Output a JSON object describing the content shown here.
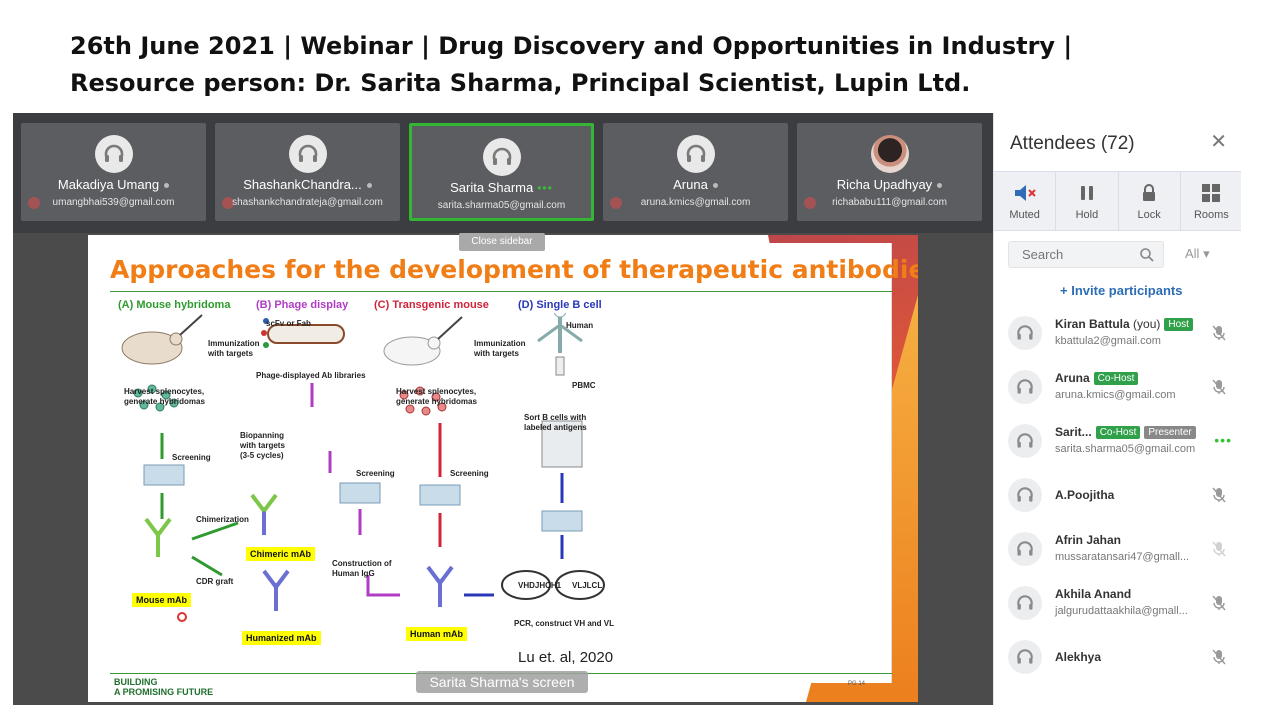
{
  "caption": {
    "line1": "26th June 2021 | Webinar | Drug Discovery and Opportunities in Industry |",
    "line2": "Resource person: Dr. Sarita Sharma, Principal Scientist, Lupin Ltd."
  },
  "tiles": [
    {
      "name": "Makadiya Umang",
      "email": "umangbhai539@gmail.com"
    },
    {
      "name": "ShashankChandra...",
      "email": "shashankchandrateja@gmail.com"
    },
    {
      "name": "Sarita Sharma",
      "email": "sarita.sharma05@gmail.com"
    },
    {
      "name": "Aruna",
      "email": "aruna.kmics@gmail.com"
    },
    {
      "name": "Richa Upadhyay",
      "email": "richababu111@gmail.com"
    }
  ],
  "screen": {
    "close_sidebar": "Close sidebar",
    "presenter_label": "Sarita Sharma's screen"
  },
  "slide": {
    "title": "Approaches for the development of therapeutic antibodies",
    "columns": [
      {
        "label": "(A) Mouse hybridoma",
        "color": "#2f9a2f"
      },
      {
        "label": "(B) Phage display",
        "color": "#b03cc4"
      },
      {
        "label": "(C) Transgenic mouse",
        "color": "#d0243a"
      },
      {
        "label": "(D) Single B cell",
        "color": "#2838b8"
      }
    ],
    "notes": {
      "scfv": "scFv or Fab",
      "immunization_a": "Immunization with targets",
      "human": "Human",
      "immunization_c": "Immunization with targets",
      "phage_lib": "Phage-displayed Ab libraries",
      "pbmc": "PBMC",
      "harvest_a": "Harvest splenocytes, generate hybridomas",
      "harvest_c": "Harvest splenocytes, generate hybridomas",
      "sort_b": "Sort B cells with labeled antigens",
      "biopanning": "Biopanning with targets (3-5 cycles)",
      "screening_a": "Screening",
      "screening_b": "Screening",
      "screening_c": "Screening",
      "chimerization": "Chimerization",
      "cdr": "CDR graft",
      "construction": "Construction of Human IgG",
      "pcr": "PCR, construct VH and VL",
      "vdj": "VHDJHCH1",
      "vjc": "VLJLCL"
    },
    "labels": {
      "chimeric": "Chimeric mAb",
      "mouse": "Mouse mAb",
      "humanized": "Humanized mAb",
      "human": "Human mAb"
    },
    "citation": "Lu et. al, 2020",
    "footer_line1": "BUILDING",
    "footer_line2": "A PROMISING FUTURE",
    "page": "PG 14"
  },
  "panel": {
    "title": "Attendees (72)",
    "controls": [
      {
        "label": "Muted",
        "icon": "speaker-muted-icon"
      },
      {
        "label": "Hold",
        "icon": "pause-icon"
      },
      {
        "label": "Lock",
        "icon": "lock-icon"
      },
      {
        "label": "Rooms",
        "icon": "grid-icon"
      }
    ],
    "search_placeholder": "Search",
    "filter": "All",
    "invite": "Invite participants",
    "attendees": [
      {
        "name": "Kiran Battula",
        "you": "(you)",
        "badges": [
          "Host"
        ],
        "email": "kbattula2@gmail.com"
      },
      {
        "name": "Aruna",
        "badges": [
          "Co-Host"
        ],
        "email": "aruna.kmics@gmail.com"
      },
      {
        "name": "Sarit...",
        "badges": [
          "Co-Host",
          "Presenter"
        ],
        "email": "sarita.sharma05@gmail.com"
      },
      {
        "name": "A.Poojitha"
      },
      {
        "name": "Afrin Jahan",
        "email": "mussaratansari47@gmall..."
      },
      {
        "name": "Akhila Anand",
        "email": "jalgurudattaakhila@gmall..."
      },
      {
        "name": "Alekhya"
      }
    ]
  },
  "colors": {
    "accent_green": "#35b534",
    "slide_title": "#f07d15",
    "badge_green": "#30a04a",
    "link_blue": "#2d6db5"
  }
}
